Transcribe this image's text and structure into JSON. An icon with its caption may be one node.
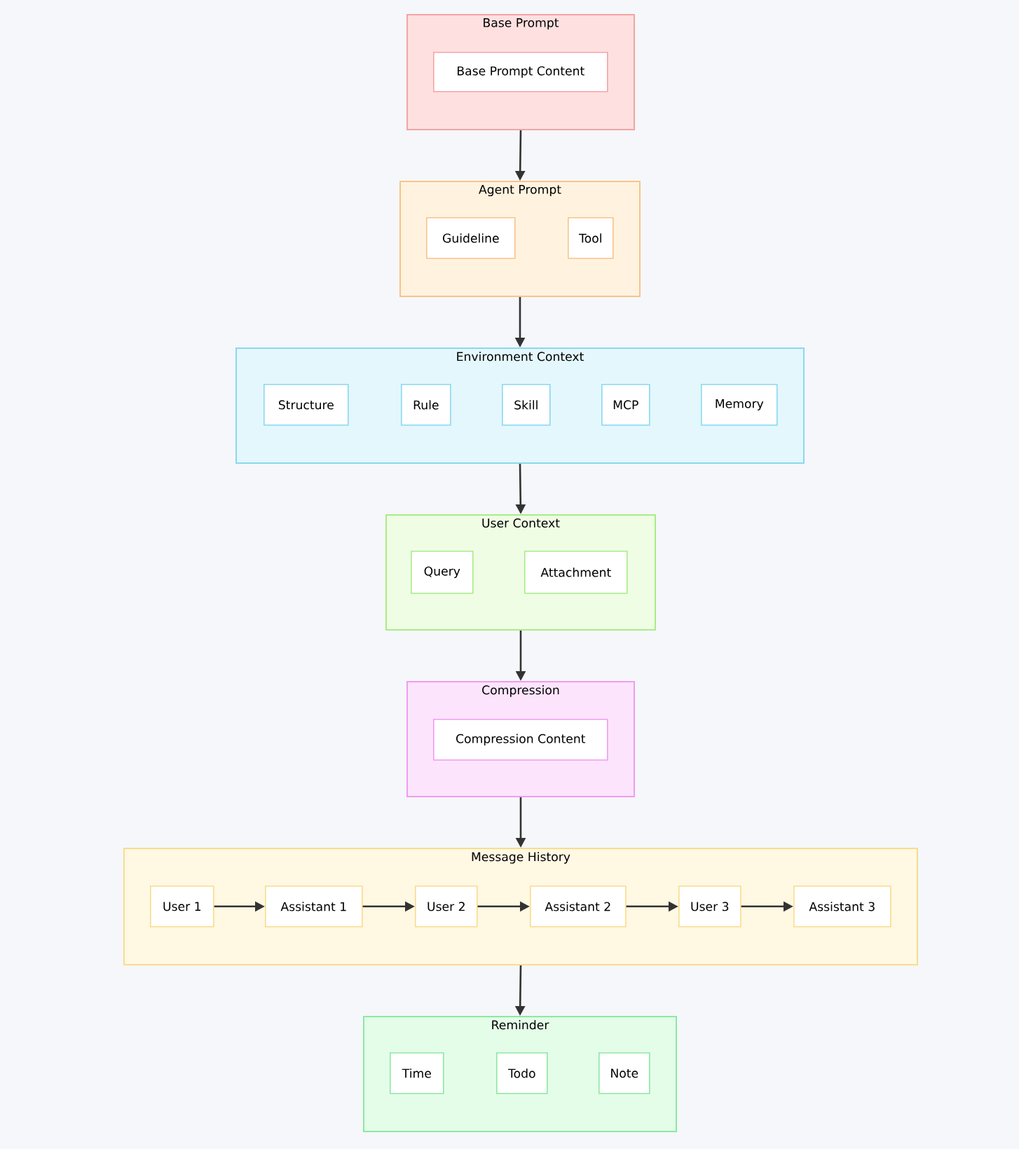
{
  "diagram": {
    "nodes": [
      {
        "text": [
          "Base Prompt"
        ]
      },
      {
        "text": [
          "Base Prompt Content"
        ],
        "in": 0
      },
      {
        "text": [
          "Agent Prompt"
        ]
      },
      {
        "text": [
          "Guideline"
        ],
        "in": 2
      },
      {
        "text": [
          "Tool"
        ],
        "in": 2
      },
      {
        "text": [
          "Environment Context"
        ]
      },
      {
        "text": [
          "Structure"
        ],
        "in": 5
      },
      {
        "text": [
          "Rule"
        ],
        "in": 5
      },
      {
        "text": [
          "Skill"
        ],
        "in": 5
      },
      {
        "text": [
          "MCP"
        ],
        "in": 5
      },
      {
        "text": [
          "Memory"
        ],
        "in": 5
      },
      {
        "text": [
          "User Context"
        ]
      },
      {
        "text": [
          "Query"
        ],
        "in": 11
      },
      {
        "text": [
          "Attachment"
        ],
        "in": 11
      },
      {
        "text": [
          "Compression"
        ]
      },
      {
        "text": [
          "Compression Content"
        ],
        "in": 14
      },
      {
        "text": [
          "Message History"
        ]
      },
      {
        "text": [
          "User 1"
        ],
        "in": 16
      },
      {
        "text": [
          "Assistant 1"
        ],
        "in": 16
      },
      {
        "text": [
          "User 2"
        ],
        "in": 16
      },
      {
        "text": [
          "Assistant 2"
        ],
        "in": 16
      },
      {
        "text": [
          "User 3"
        ],
        "in": 16
      },
      {
        "text": [
          "Assistant 3"
        ],
        "in": 16
      },
      {
        "text": [
          "Reminder"
        ]
      },
      {
        "text": [
          "Time"
        ],
        "in": 23
      },
      {
        "text": [
          "Todo"
        ],
        "in": 23
      },
      {
        "text": [
          "Note"
        ],
        "in": 23
      }
    ],
    "edges": [
      {
        "from": 0,
        "to": 2,
        "arrow": "to"
      },
      {
        "from": 2,
        "to": 5,
        "arrow": "to"
      },
      {
        "from": 5,
        "to": 11,
        "arrow": "to"
      },
      {
        "from": 11,
        "to": 14,
        "arrow": "to"
      },
      {
        "from": 14,
        "to": 16,
        "arrow": "to"
      },
      {
        "from": 16,
        "to": 23,
        "arrow": "to"
      },
      {
        "from": 17,
        "to": 18,
        "arrow": "to"
      },
      {
        "from": 18,
        "to": 19,
        "arrow": "to"
      },
      {
        "from": 19,
        "to": 20,
        "arrow": "to"
      },
      {
        "from": 20,
        "to": 21,
        "arrow": "to"
      },
      {
        "from": 21,
        "to": 22,
        "arrow": "to"
      }
    ]
  }
}
